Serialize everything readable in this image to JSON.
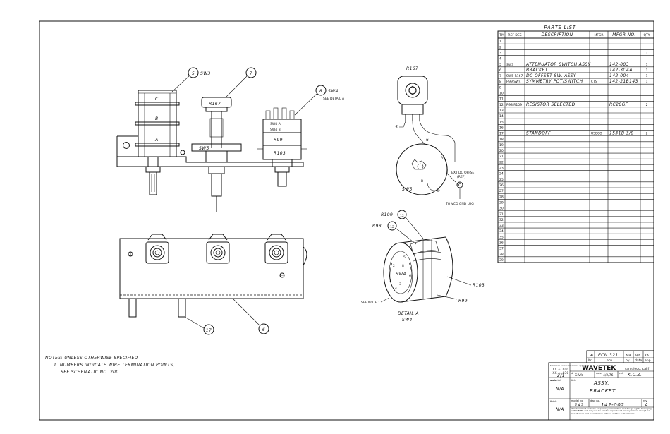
{
  "parts_list": {
    "title": "PARTS LIST",
    "headers": [
      "ITM",
      "REF DES",
      "DESCRIPTION",
      "MFGR",
      "MFGR NO.",
      "QTY"
    ],
    "rows": [
      {
        "itm": "1",
        "ref": "",
        "desc": "",
        "mfgr": "",
        "no": "",
        "qty": ""
      },
      {
        "itm": "2",
        "ref": "",
        "desc": "",
        "mfgr": "",
        "no": "",
        "qty": ""
      },
      {
        "itm": "3",
        "ref": "",
        "desc": "",
        "mfgr": "",
        "no": "",
        "qty": "1"
      },
      {
        "itm": "4",
        "ref": "",
        "desc": "",
        "mfgr": "",
        "no": "",
        "qty": ""
      },
      {
        "itm": "5",
        "ref": "SW3",
        "desc": "ATTENUATOR SWITCH ASSY",
        "mfgr": "",
        "no": "142-003",
        "qty": "1"
      },
      {
        "itm": "6",
        "ref": "",
        "desc": "BRACKET",
        "mfgr": "",
        "no": "142-3C4A",
        "qty": "1"
      },
      {
        "itm": "7",
        "ref": "SW5 R167",
        "desc": "DC OFFSET SW. ASSY",
        "mfgr": "",
        "no": "142-004",
        "qty": "1"
      },
      {
        "itm": "8",
        "ref": "R99 SW4",
        "desc": "SYMMETRY POT/SWITCH",
        "mfgr": "CTS",
        "no": "142-21B143",
        "qty": "1"
      },
      {
        "itm": "9",
        "ref": "",
        "desc": "",
        "mfgr": "",
        "no": "",
        "qty": ""
      },
      {
        "itm": "10",
        "ref": "",
        "desc": "",
        "mfgr": "",
        "no": "",
        "qty": ""
      },
      {
        "itm": "11",
        "ref": "",
        "desc": "",
        "mfgr": "",
        "no": "",
        "qty": ""
      },
      {
        "itm": "12",
        "ref": "R98,R109",
        "desc": "RESISTOR SELECTED",
        "mfgr": "",
        "no": "RC20GF",
        "qty": "2"
      },
      {
        "itm": "13",
        "ref": "",
        "desc": "",
        "mfgr": "",
        "no": "",
        "qty": ""
      },
      {
        "itm": "14",
        "ref": "",
        "desc": "",
        "mfgr": "",
        "no": "",
        "qty": ""
      },
      {
        "itm": "15",
        "ref": "",
        "desc": "",
        "mfgr": "",
        "no": "",
        "qty": ""
      },
      {
        "itm": "16",
        "ref": "",
        "desc": "",
        "mfgr": "",
        "no": "",
        "qty": ""
      },
      {
        "itm": "17",
        "ref": "",
        "desc": "STANDOFF",
        "mfgr": "USECO",
        "no": "1531B 3/8",
        "qty": "2"
      },
      {
        "itm": "18",
        "ref": "",
        "desc": "",
        "mfgr": "",
        "no": "",
        "qty": ""
      },
      {
        "itm": "19",
        "ref": "",
        "desc": "",
        "mfgr": "",
        "no": "",
        "qty": ""
      },
      {
        "itm": "20",
        "ref": "",
        "desc": "",
        "mfgr": "",
        "no": "",
        "qty": ""
      },
      {
        "itm": "21",
        "ref": "",
        "desc": "",
        "mfgr": "",
        "no": "",
        "qty": ""
      },
      {
        "itm": "22",
        "ref": "",
        "desc": "",
        "mfgr": "",
        "no": "",
        "qty": ""
      },
      {
        "itm": "23",
        "ref": "",
        "desc": "",
        "mfgr": "",
        "no": "",
        "qty": ""
      },
      {
        "itm": "24",
        "ref": "",
        "desc": "",
        "mfgr": "",
        "no": "",
        "qty": ""
      },
      {
        "itm": "25",
        "ref": "",
        "desc": "",
        "mfgr": "",
        "no": "",
        "qty": ""
      },
      {
        "itm": "26",
        "ref": "",
        "desc": "",
        "mfgr": "",
        "no": "",
        "qty": ""
      },
      {
        "itm": "27",
        "ref": "",
        "desc": "",
        "mfgr": "",
        "no": "",
        "qty": ""
      },
      {
        "itm": "28",
        "ref": "",
        "desc": "",
        "mfgr": "",
        "no": "",
        "qty": ""
      },
      {
        "itm": "29",
        "ref": "",
        "desc": "",
        "mfgr": "",
        "no": "",
        "qty": ""
      },
      {
        "itm": "30",
        "ref": "",
        "desc": "",
        "mfgr": "",
        "no": "",
        "qty": ""
      },
      {
        "itm": "31",
        "ref": "",
        "desc": "",
        "mfgr": "",
        "no": "",
        "qty": ""
      },
      {
        "itm": "32",
        "ref": "",
        "desc": "",
        "mfgr": "",
        "no": "",
        "qty": ""
      },
      {
        "itm": "33",
        "ref": "",
        "desc": "",
        "mfgr": "",
        "no": "",
        "qty": ""
      },
      {
        "itm": "34",
        "ref": "",
        "desc": "",
        "mfgr": "",
        "no": "",
        "qty": ""
      },
      {
        "itm": "35",
        "ref": "",
        "desc": "",
        "mfgr": "",
        "no": "",
        "qty": ""
      },
      {
        "itm": "36",
        "ref": "",
        "desc": "",
        "mfgr": "",
        "no": "",
        "qty": ""
      },
      {
        "itm": "37",
        "ref": "",
        "desc": "",
        "mfgr": "",
        "no": "",
        "qty": ""
      },
      {
        "itm": "38",
        "ref": "",
        "desc": "",
        "mfgr": "",
        "no": "",
        "qty": ""
      },
      {
        "itm": "39",
        "ref": "",
        "desc": "",
        "mfgr": "",
        "no": "",
        "qty": ""
      }
    ]
  },
  "callouts": {
    "c5": "5",
    "c5_label": "SW3",
    "c7": "7",
    "c8": "8",
    "c8_label": "SW4",
    "c8_sub": "SEE DETAIL A",
    "c17": "17",
    "c6": "6"
  },
  "component_labels": {
    "r167_top": "R167",
    "sw4a": "SW4 A",
    "sw4b": "SW4 B",
    "r99": "R99",
    "r103": "R103",
    "sw5": "SW5",
    "deck_c": "C",
    "deck_b": "B",
    "deck_a": "A"
  },
  "schematic": {
    "r167": "R167",
    "sw5": "SW5",
    "pin5": "5",
    "pin6": "6",
    "pin8": "8",
    "pin_a": "A",
    "pin_b": "B",
    "ext_dc": "EXT DC OFFSET",
    "ref": "(REF)",
    "to_vco": "TO VCO GND LUG"
  },
  "detail": {
    "r109": "R109",
    "r98": "R98",
    "c12a": "12",
    "c12b": "12",
    "r103": "R103",
    "r99": "R99",
    "sw4": "SW4",
    "see_note": "SEE NOTE 1",
    "title": "DETAIL A",
    "subtitle": "SW4",
    "pins": [
      "1",
      "2",
      "3",
      "4",
      "5",
      "6"
    ],
    "pin8": "8"
  },
  "notes": {
    "line1": "NOTES: UNLESS OTHERWISE SPECIFIED",
    "line2": "1. NUMBERS INDICATE WIRE TERMINATION POINTS,",
    "line3": "SEE SCHEMATIC NO. 200"
  },
  "title_block": {
    "rev_letter": "A",
    "ecn": "ECN 321",
    "ecn_by": "AIB",
    "ecn_date": "9/6",
    "ecn_app": "KA",
    "rev_hdr": [
      "ltr",
      "ecn",
      "by",
      "date",
      "app"
    ],
    "tolerance": "tolerance unless otherwise specified",
    "tol1": ".XX ± .010",
    "tol2": ".XX ± .030",
    "scale_lbl": "scale",
    "scale_val": "2/1",
    "company": "WAVETEK",
    "company_sub": "san diego, calif",
    "drawn_lbl": "dr",
    "drawn_val": "GRAY",
    "date_lbl": "date",
    "date_val": "4/2/76",
    "chk_lbl": "chk",
    "chk_val": "K.C.Z.",
    "material_lbl": "material",
    "material_val": "N/A",
    "title_lbl": "title",
    "title1": "ASSY,",
    "title2": "BRACKET",
    "finish_lbl": "finish",
    "finish_val": "N/A",
    "model_lbl": "model no.",
    "model_val": "142",
    "dwg_lbl": "dwg no.",
    "dwg_val": "142-002",
    "rev_lbl": "rev",
    "rev_val": "A",
    "proprietary": "This document contains proprietary information and design rights belonging to WAVETEK and may not be used or reproduced for any reason except for manufacture and reproduction without written authorization."
  }
}
